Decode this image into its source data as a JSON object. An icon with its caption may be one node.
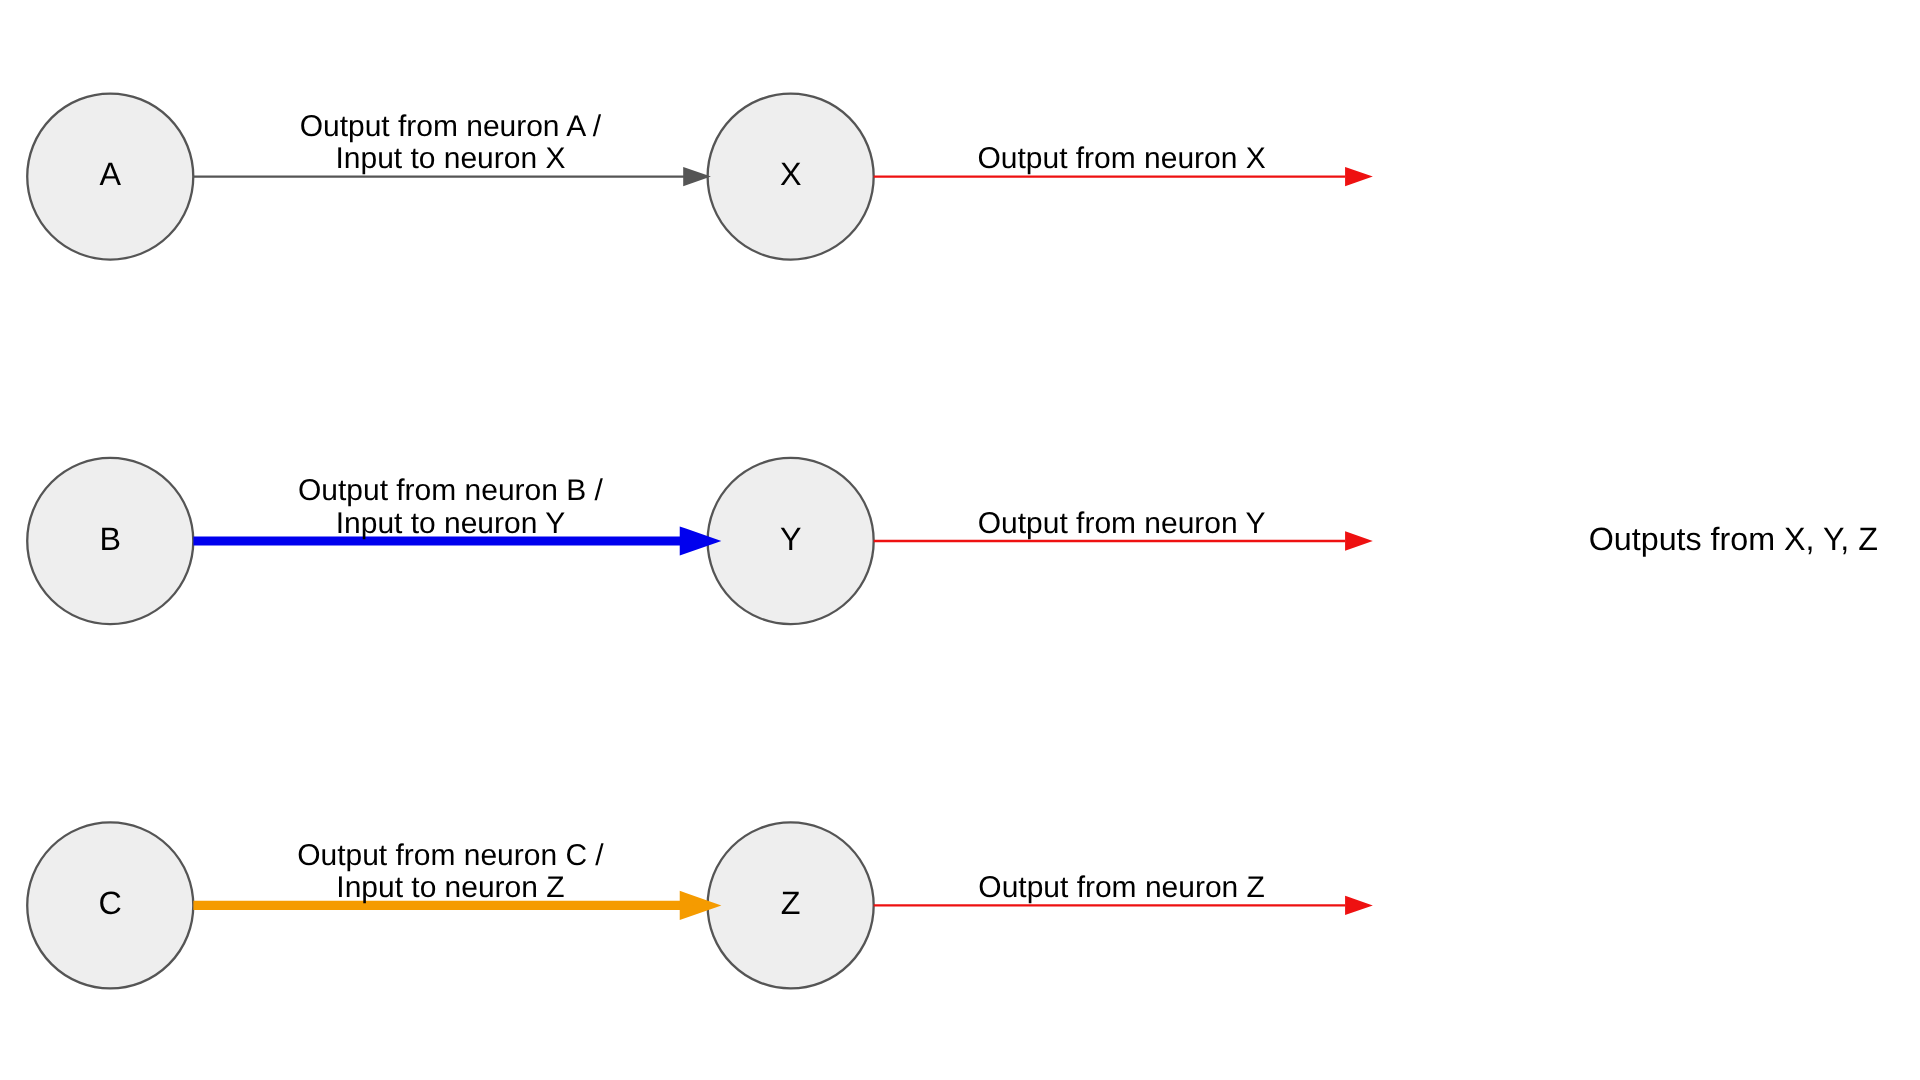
{
  "diagram": {
    "nodes": [
      {
        "text": [
          "A"
        ]
      },
      {
        "text": [
          "X"
        ]
      },
      {
        "text": [
          "B"
        ]
      },
      {
        "text": [
          "Y"
        ]
      },
      {
        "text": [
          "C"
        ]
      },
      {
        "text": [
          "Z"
        ]
      }
    ],
    "edges": [
      {
        "from": 0,
        "to": 1,
        "arrow": "to",
        "label": "Output from neuron A / Input to neuron X",
        "color": "#555555"
      },
      {
        "from": 1,
        "to": null,
        "arrow": "to",
        "label": "Output from neuron X",
        "color": "#ee1111"
      },
      {
        "from": 2,
        "to": 3,
        "arrow": "to",
        "label": "Output from neuron B / Input to neuron Y",
        "style": "thick",
        "color": "#0000ee"
      },
      {
        "from": 3,
        "to": null,
        "arrow": "to",
        "label": "Output from neuron Y",
        "color": "#ee1111"
      },
      {
        "from": 4,
        "to": 5,
        "arrow": "to",
        "label": "Output from neuron C / Input to neuron Z",
        "style": "thick",
        "color": "#f59b00"
      },
      {
        "from": 5,
        "to": null,
        "arrow": "to",
        "label": "Output from neuron Z",
        "color": "#ee1111"
      }
    ],
    "labels": [
      "Outputs from X, Y, Z"
    ]
  }
}
